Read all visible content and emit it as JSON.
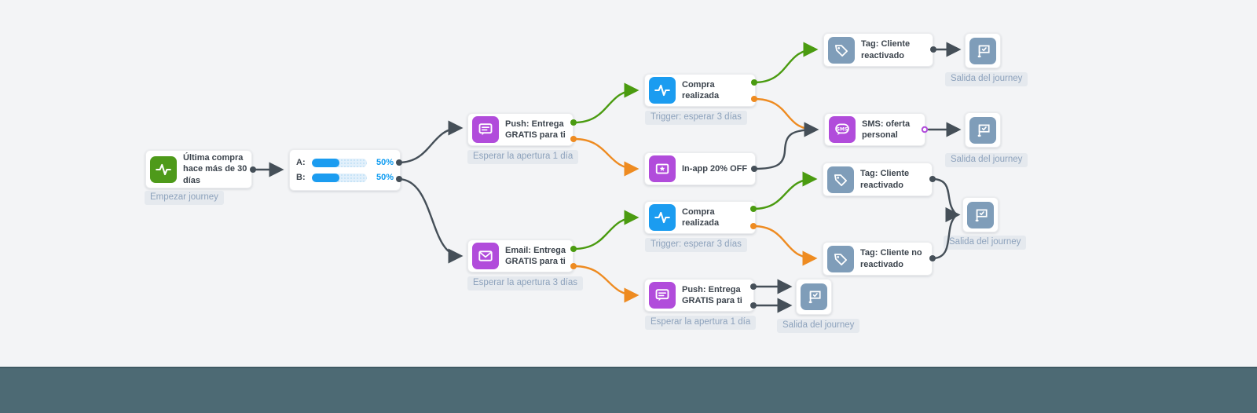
{
  "app": {
    "description": "Customer journey flow builder canvas",
    "colors": {
      "canvas_bg": "#f3f4f6",
      "bottom_bar": "#4d6a74",
      "edge_dark": "#454f58",
      "edge_green": "#4a9b10",
      "edge_orange": "#ee8b21",
      "icon_green": "#4e9a1a",
      "icon_blue": "#1b9cf0",
      "icon_purple": "#b14cdb",
      "icon_bluegray": "#7f9db9",
      "bar_fill_blue": "#1b9cf0",
      "badge_bg": "#e5e9ee",
      "badge_text": "#8da2bc"
    }
  },
  "nodes": {
    "start": {
      "title": "Última compra hace más de 30 días",
      "badge": "Empezar journey"
    },
    "ab_split": {
      "rows": [
        {
          "label": "A:",
          "pct_text": "50%",
          "value": 50
        },
        {
          "label": "B:",
          "pct_text": "50%",
          "value": 50
        }
      ]
    },
    "push_top": {
      "title": "Push: Entrega GRATIS para ti",
      "badge": "Esperar la apertura 1 día"
    },
    "compra_top": {
      "title": "Compra realizada",
      "badge": "Trigger: esperar 3 días"
    },
    "inapp": {
      "title": "In-app 20% OFF"
    },
    "tag_top": {
      "title": "Tag: Cliente reactivado"
    },
    "exit_top": {
      "label": "Salida del journey"
    },
    "sms": {
      "title": "SMS: oferta personal",
      "icon_text": "SMS"
    },
    "exit_sms": {
      "label": "Salida del journey"
    },
    "email": {
      "title": "Email: Entrega GRATIS para ti",
      "badge": "Esperar la apertura 3 días"
    },
    "compra_bottom": {
      "title": "Compra realizada",
      "badge": "Trigger: esperar 3 días"
    },
    "tag_reactivated": {
      "title": "Tag: Cliente reactivado"
    },
    "tag_not_reactivated": {
      "title": "Tag: Cliente no reactivado"
    },
    "exit_tags": {
      "label": "Salida del journey"
    },
    "push_bottom": {
      "title": "Push: Entrega GRATIS para ti",
      "badge": "Esperar la apertura 1 día"
    },
    "exit_push": {
      "label": "Salida del journey"
    }
  },
  "edges": [
    {
      "from": "start",
      "to": "ab_split",
      "color": "dark"
    },
    {
      "from": "ab_split:A",
      "to": "push_top",
      "color": "dark"
    },
    {
      "from": "ab_split:B",
      "to": "email",
      "color": "dark"
    },
    {
      "from": "push_top:yes",
      "to": "compra_top",
      "color": "green"
    },
    {
      "from": "push_top:no",
      "to": "inapp",
      "color": "orange"
    },
    {
      "from": "compra_top:yes",
      "to": "tag_top",
      "color": "green"
    },
    {
      "from": "compra_top:no",
      "to": "sms",
      "color": "orange"
    },
    {
      "from": "inapp",
      "to": "sms",
      "color": "dark"
    },
    {
      "from": "tag_top",
      "to": "exit_top",
      "color": "dark"
    },
    {
      "from": "sms",
      "to": "exit_sms",
      "color": "dark"
    },
    {
      "from": "email:yes",
      "to": "compra_bottom",
      "color": "green"
    },
    {
      "from": "email:no",
      "to": "push_bottom",
      "color": "orange"
    },
    {
      "from": "compra_bottom:yes",
      "to": "tag_reactivated",
      "color": "green"
    },
    {
      "from": "compra_bottom:no",
      "to": "tag_not_reactivated",
      "color": "orange"
    },
    {
      "from": "tag_reactivated",
      "to": "exit_tags",
      "color": "dark"
    },
    {
      "from": "tag_not_reactivated",
      "to": "exit_tags",
      "color": "dark"
    },
    {
      "from": "push_bottom:out1",
      "to": "exit_push",
      "color": "dark"
    },
    {
      "from": "push_bottom:out2",
      "to": "exit_push",
      "color": "dark"
    }
  ]
}
